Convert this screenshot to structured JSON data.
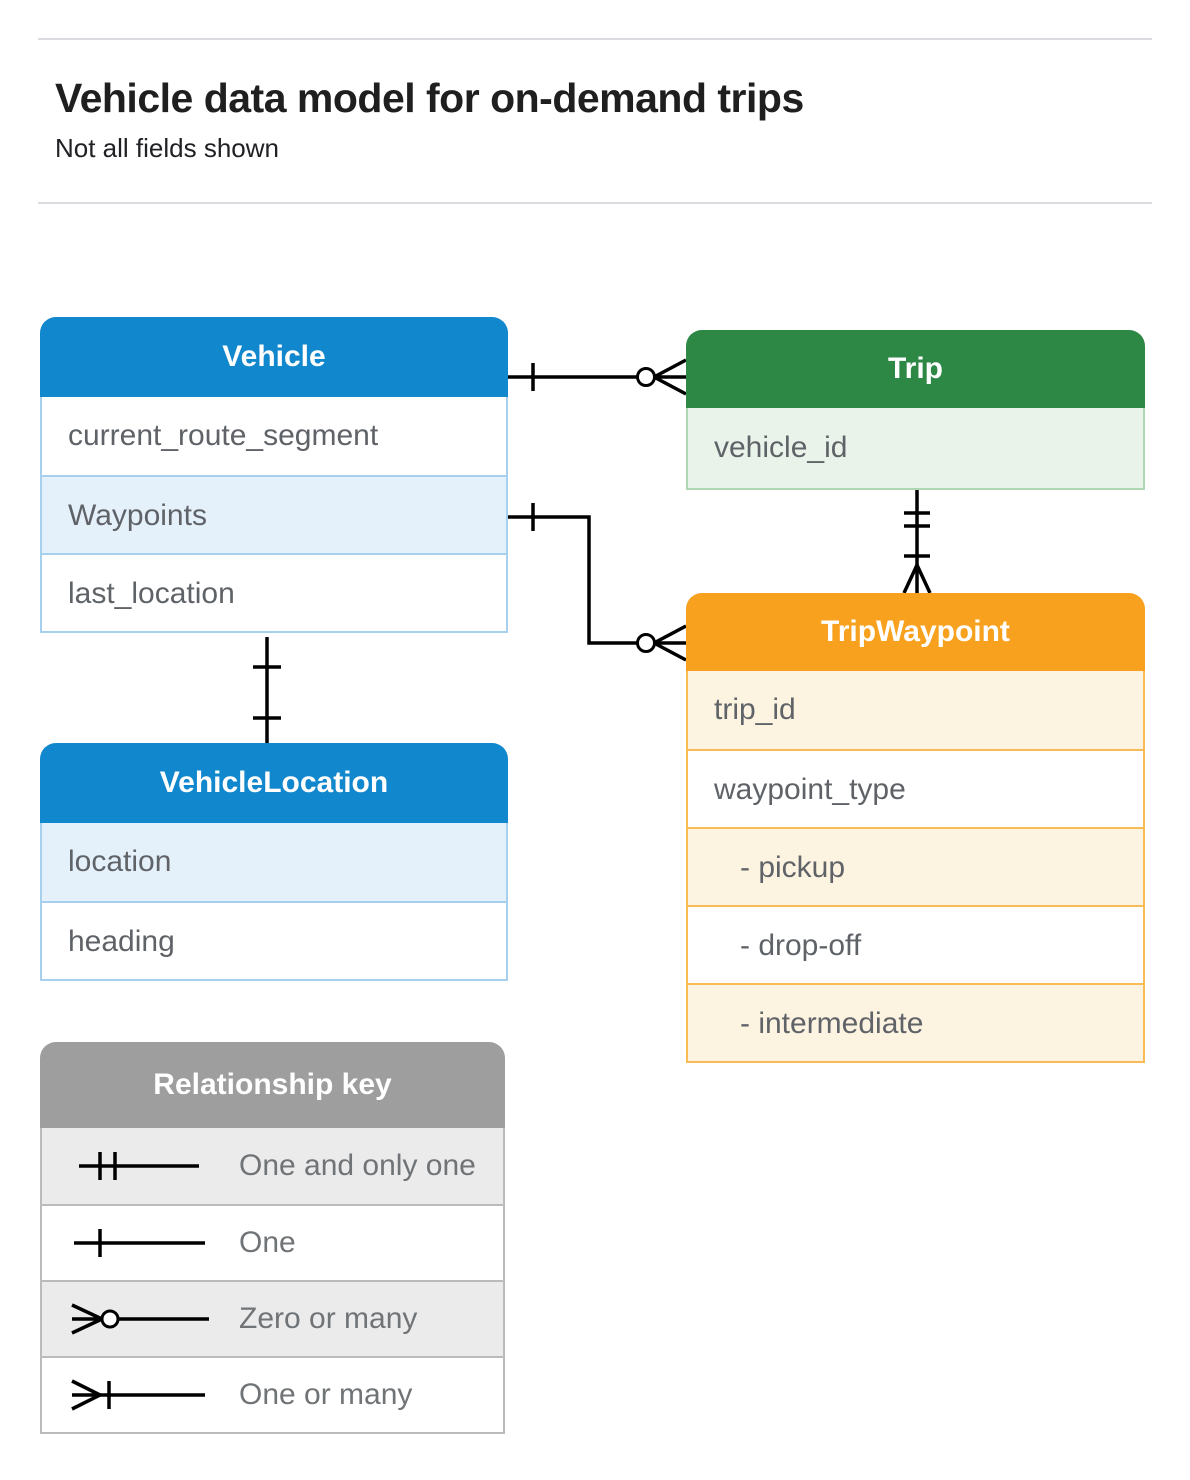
{
  "header": {
    "title": "Vehicle data model for on-demand trips",
    "subtitle": "Not all fields shown"
  },
  "entities": {
    "vehicle": {
      "title": "Vehicle",
      "rows": [
        "current_route_segment",
        "Waypoints",
        "last_location"
      ]
    },
    "trip": {
      "title": "Trip",
      "rows": [
        "vehicle_id"
      ]
    },
    "trip_waypoint": {
      "title": "TripWaypoint",
      "rows": [
        "trip_id",
        "waypoint_type",
        "- pickup",
        "- drop-off",
        "- intermediate"
      ]
    },
    "vehicle_location": {
      "title": "VehicleLocation",
      "rows": [
        "location",
        "heading"
      ]
    }
  },
  "relationships": [
    {
      "from": "Vehicle",
      "to": "Trip",
      "from_cardinality": "one",
      "to_cardinality": "zero-or-many"
    },
    {
      "from": "Vehicle.Waypoints",
      "to": "TripWaypoint",
      "from_cardinality": "one",
      "to_cardinality": "zero-or-many"
    },
    {
      "from": "Vehicle",
      "to": "VehicleLocation",
      "from_cardinality": "one",
      "to_cardinality": "one"
    },
    {
      "from": "Trip",
      "to": "TripWaypoint",
      "from_cardinality": "one-and-only-one",
      "to_cardinality": "one-or-many"
    }
  ],
  "legend": {
    "title": "Relationship key",
    "items": [
      {
        "symbol": "one-and-only-one-icon",
        "label": "One and only one"
      },
      {
        "symbol": "one-icon",
        "label": "One"
      },
      {
        "symbol": "zero-or-many-icon",
        "label": "Zero or many"
      },
      {
        "symbol": "one-or-many-icon",
        "label": "One or many"
      }
    ]
  },
  "colors": {
    "blue_header": "#1187cd",
    "blue_row": "#e4f1fb",
    "blue_border": "#a6d0ee",
    "green_header": "#2d8745",
    "green_row": "#e9f3ea",
    "green_border": "#aed6b5",
    "orange_header": "#f8a11e",
    "orange_row": "#fdf3e1",
    "orange_border": "#f9bc55",
    "gray_header": "#9e9e9e",
    "gray_row": "#ebebeb",
    "gray_border": "#bbbbbb",
    "row_text": "#5f6368",
    "legend_text": "#707477",
    "title_text": "#1f1f1f",
    "subtitle_text": "#202124",
    "divider": "#dadce0",
    "connector": "#000000"
  }
}
